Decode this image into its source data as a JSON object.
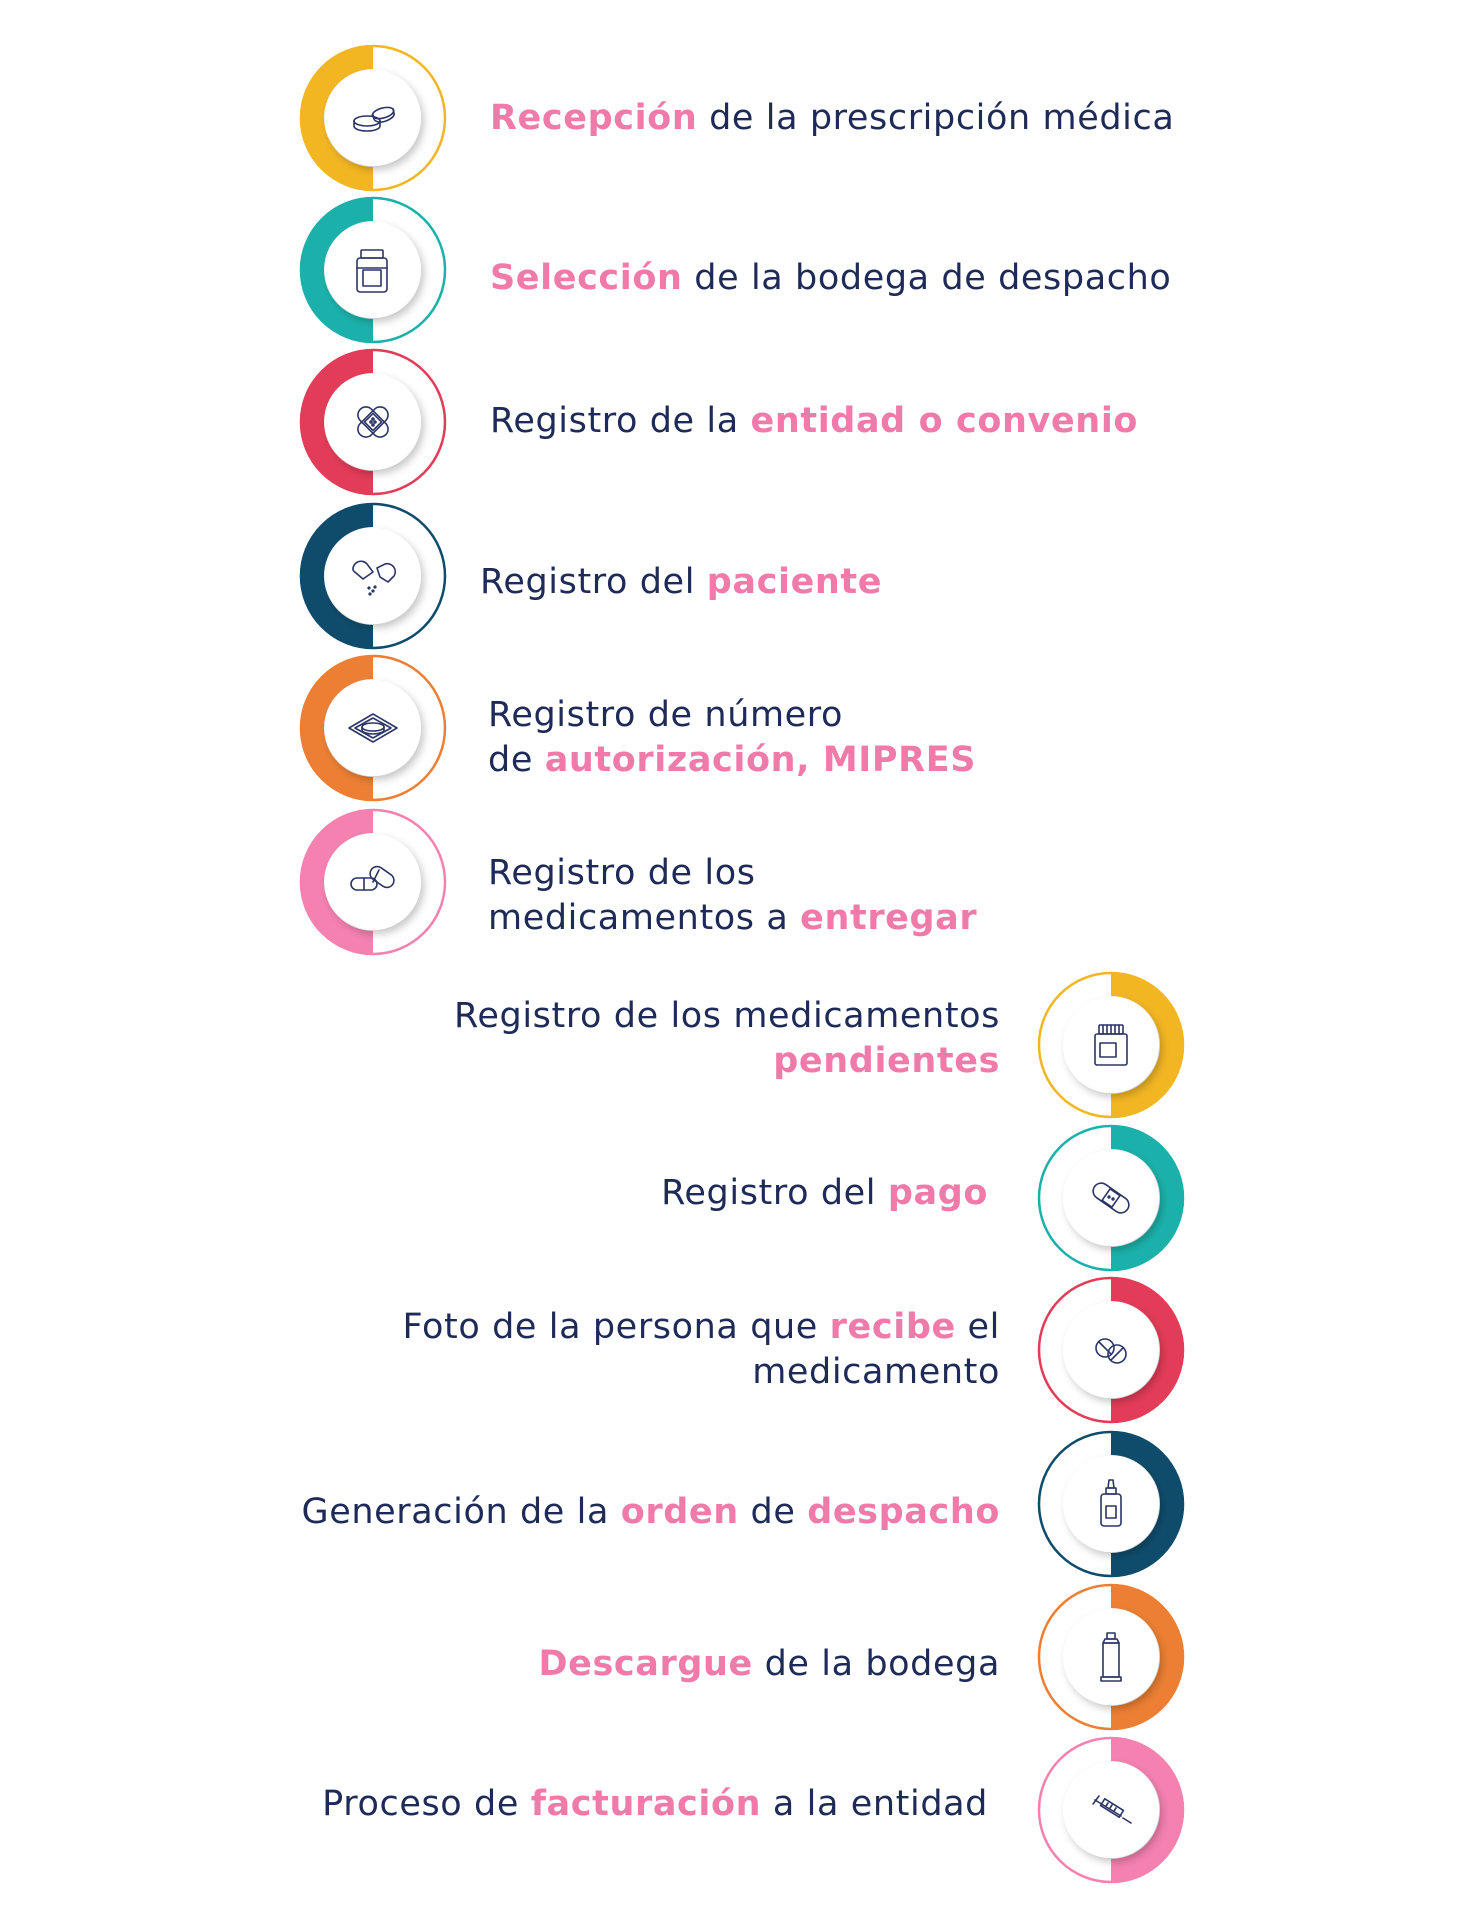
{
  "colors": {
    "text": "#1e2b58",
    "highlight": "#f07bab",
    "yellow": "#f2b623",
    "teal": "#1bb1aa",
    "red": "#e23c58",
    "navy": "#0f4c6c",
    "orange": "#ec7f33",
    "pink": "#f481b0"
  },
  "steps": [
    {
      "icon": "pills-icon",
      "color": "yellow",
      "lines": [
        [
          {
            "t": "Recepción",
            "h": true
          },
          {
            "t": " de la prescripción médica",
            "h": false
          }
        ]
      ]
    },
    {
      "icon": "medicine-jar-icon",
      "color": "teal",
      "lines": [
        [
          {
            "t": "Selección",
            "h": true
          },
          {
            "t": " de la bodega de despacho",
            "h": false
          }
        ]
      ]
    },
    {
      "icon": "bandage-icon",
      "color": "red",
      "lines": [
        [
          {
            "t": "Registro de la ",
            "h": false
          },
          {
            "t": "entidad o convenio",
            "h": true
          }
        ]
      ]
    },
    {
      "icon": "open-capsule-icon",
      "color": "navy",
      "lines": [
        [
          {
            "t": "Registro del ",
            "h": false
          },
          {
            "t": "paciente",
            "h": true
          }
        ]
      ]
    },
    {
      "icon": "tablet-on-tray-icon",
      "color": "orange",
      "lines": [
        [
          {
            "t": "Registro de número",
            "h": false
          }
        ],
        [
          {
            "t": "de ",
            "h": false
          },
          {
            "t": "autorización, MIPRES",
            "h": true
          }
        ]
      ]
    },
    {
      "icon": "capsules-icon",
      "color": "pink",
      "lines": [
        [
          {
            "t": "Registro de los",
            "h": false
          }
        ],
        [
          {
            "t": "medicamentos a ",
            "h": false
          },
          {
            "t": "entregar",
            "h": true
          }
        ]
      ]
    },
    {
      "icon": "pill-bottle-icon",
      "color": "yellow",
      "lines": [
        [
          {
            "t": "Registro de los medicamentos",
            "h": false
          }
        ],
        [
          {
            "t": "pendientes",
            "h": true
          }
        ]
      ]
    },
    {
      "icon": "plaster-icon",
      "color": "teal",
      "lines": [
        [
          {
            "t": "Registro del ",
            "h": false
          },
          {
            "t": "pago",
            "h": true
          }
        ]
      ]
    },
    {
      "icon": "two-tablets-icon",
      "color": "red",
      "lines": [
        [
          {
            "t": "Foto de la persona que ",
            "h": false
          },
          {
            "t": "recibe",
            "h": true
          },
          {
            "t": " el",
            "h": false
          }
        ],
        [
          {
            "t": "medicamento",
            "h": false
          }
        ]
      ]
    },
    {
      "icon": "dropper-bottle-icon",
      "color": "navy",
      "lines": [
        [
          {
            "t": "Generación de la ",
            "h": false
          },
          {
            "t": "orden",
            "h": true
          },
          {
            "t": " de ",
            "h": false
          },
          {
            "t": "despacho",
            "h": true
          }
        ]
      ]
    },
    {
      "icon": "ointment-tube-icon",
      "color": "orange",
      "lines": [
        [
          {
            "t": "Descargue",
            "h": true
          },
          {
            "t": " de la bodega",
            "h": false
          }
        ]
      ]
    },
    {
      "icon": "syringe-icon",
      "color": "pink",
      "lines": [
        [
          {
            "t": "Proceso de ",
            "h": false
          },
          {
            "t": "facturación",
            "h": true
          },
          {
            "t": " a la entidad",
            "h": false
          }
        ]
      ]
    }
  ]
}
